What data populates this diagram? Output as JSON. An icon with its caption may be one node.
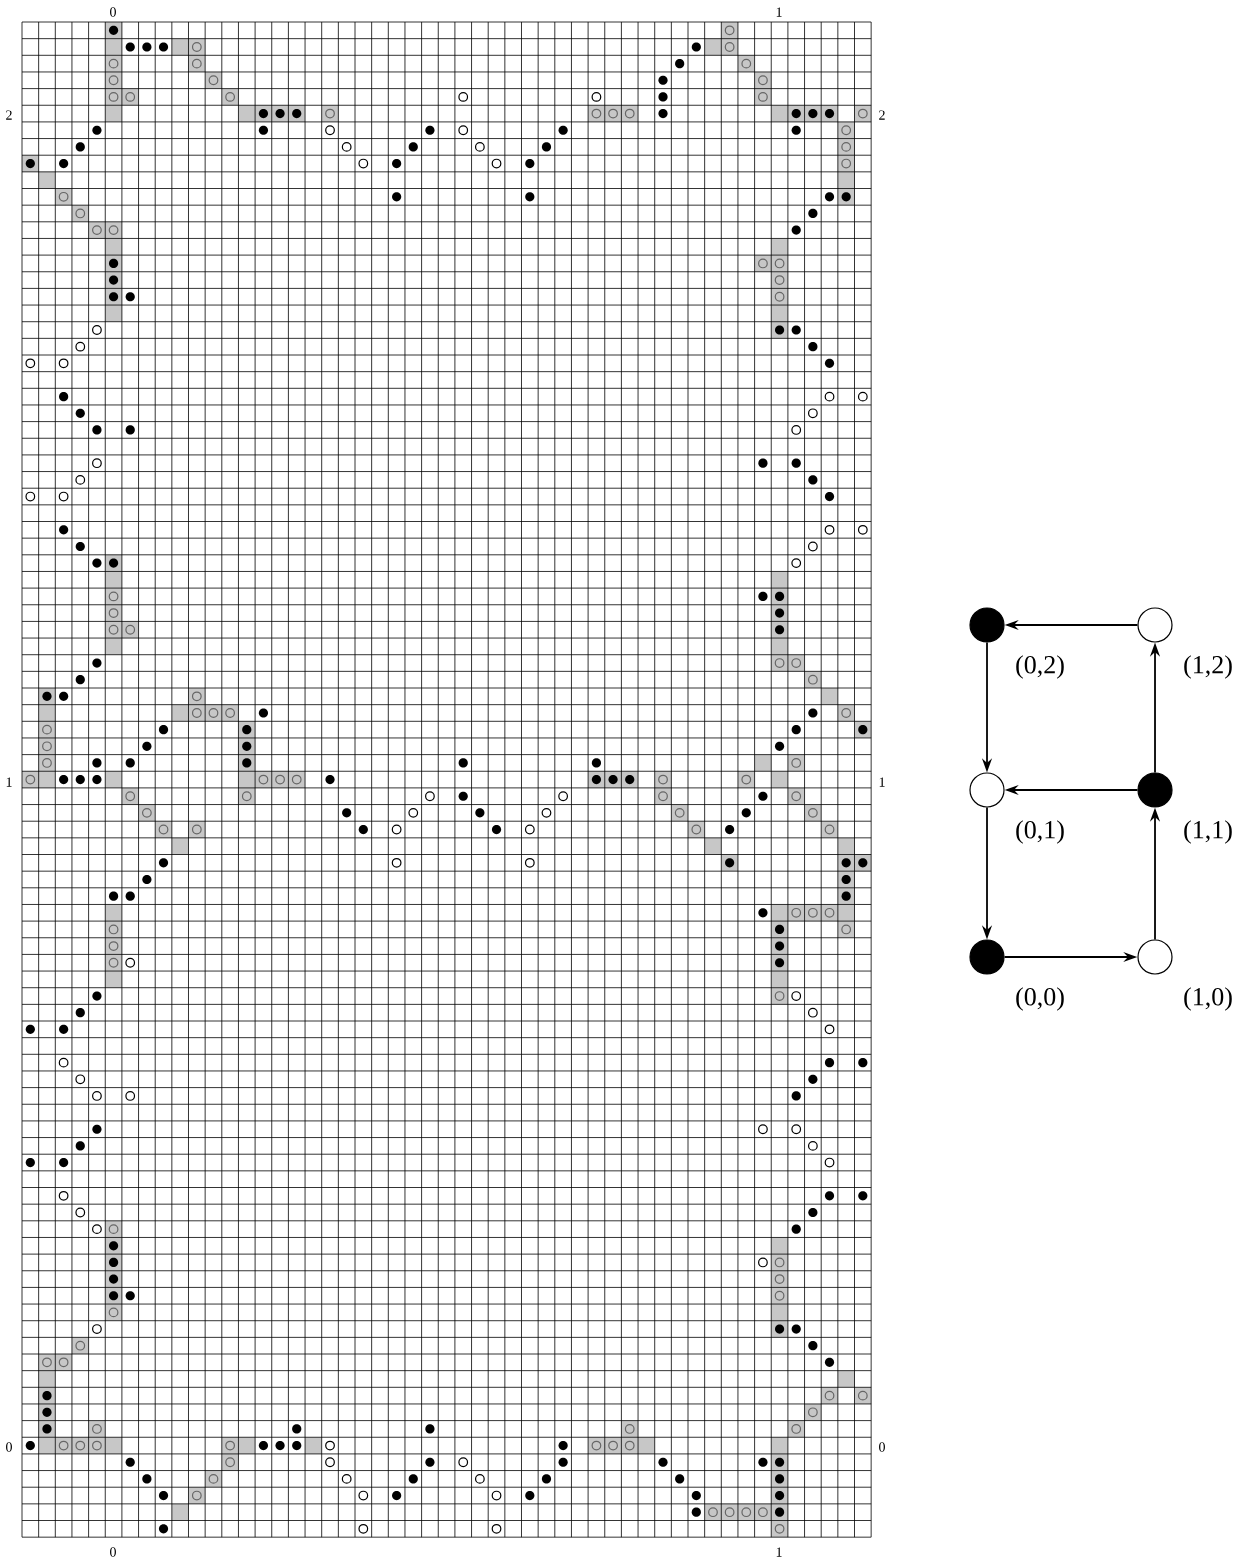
{
  "diagram": {
    "nodes": [
      {
        "text": [],
        "shape": "circle",
        "beside": [
          "(0,2)"
        ]
      },
      {
        "text": [],
        "shape": "circle",
        "beside": [
          "(1,2)"
        ]
      },
      {
        "text": [],
        "shape": "circle",
        "beside": [
          "(0,1)"
        ]
      },
      {
        "text": [],
        "shape": "circle",
        "beside": [
          "(1,1)"
        ]
      },
      {
        "text": [],
        "shape": "circle",
        "beside": [
          "(0,0)"
        ]
      },
      {
        "text": [],
        "shape": "circle",
        "beside": [
          "(1,0)"
        ]
      }
    ],
    "edges": [
      {
        "from": 1,
        "to": 0,
        "arrow": "to"
      },
      {
        "from": 0,
        "to": 2,
        "arrow": "to"
      },
      {
        "from": 3,
        "to": 2,
        "arrow": "to"
      },
      {
        "from": 3,
        "to": 1,
        "arrow": "to"
      },
      {
        "from": 2,
        "to": 4,
        "arrow": "to"
      },
      {
        "from": 4,
        "to": 5,
        "arrow": "to"
      },
      {
        "from": 5,
        "to": 3,
        "arrow": "to"
      }
    ],
    "labels": [
      "0",
      "1",
      "2",
      "2",
      "1",
      "1",
      "0",
      "0",
      "0",
      "1"
    ]
  }
}
